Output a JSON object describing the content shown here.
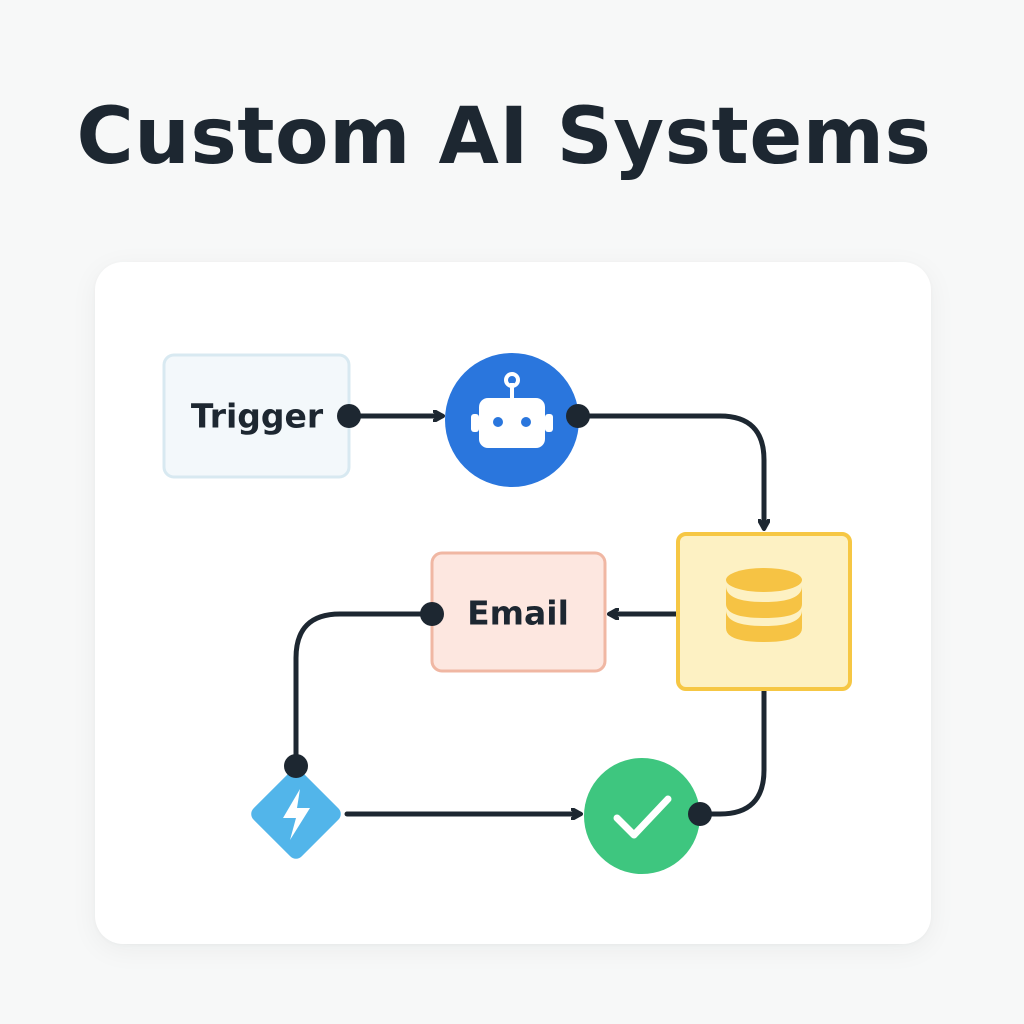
{
  "title": "Custom AI Systems",
  "nodes": {
    "trigger": {
      "label": "Trigger",
      "color": "#f3f8fb",
      "border": "#d8e9f1"
    },
    "ai_agent": {
      "icon": "robot-icon",
      "color": "#2a76dd"
    },
    "database": {
      "icon": "database-icon",
      "color": "#fdf1c3",
      "border": "#f6c744",
      "icon_color": "#f6c344"
    },
    "email": {
      "label": "Email",
      "color": "#fde7e0",
      "border": "#f0b7a3"
    },
    "action": {
      "icon": "lightning-bolt-icon",
      "color": "#52b5ea"
    },
    "done": {
      "icon": "checkmark-icon",
      "color": "#3ec67f"
    }
  },
  "connector_color": "#1d2731"
}
